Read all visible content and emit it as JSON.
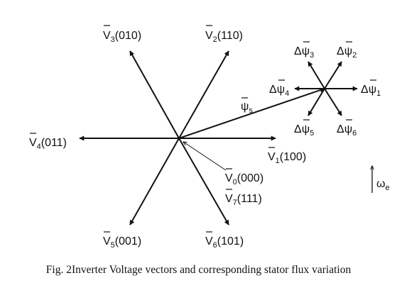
{
  "vectors": {
    "v3": {
      "main": "V",
      "sub": "3",
      "code": "(010)"
    },
    "v2": {
      "main": "V",
      "sub": "2",
      "code": "(110)"
    },
    "v4": {
      "main": "V",
      "sub": "4",
      "code": "(011)"
    },
    "v1": {
      "main": "V",
      "sub": "1",
      "code": "(100)"
    },
    "v0": {
      "main": "V",
      "sub": "0",
      "code": "(000)"
    },
    "v7": {
      "main": "V",
      "sub": "7",
      "code": "(111)"
    },
    "v5": {
      "main": "V",
      "sub": "5",
      "code": "(001)"
    },
    "v6": {
      "main": "V",
      "sub": "6",
      "code": "(101)"
    }
  },
  "flux": {
    "psi_s": {
      "main": "ψ",
      "sub": "s"
    },
    "d1": {
      "delta": "Δ",
      "main": "ψ",
      "sub": "1"
    },
    "d2": {
      "delta": "Δ",
      "main": "ψ",
      "sub": "2"
    },
    "d3": {
      "delta": "Δ",
      "main": "ψ",
      "sub": "3"
    },
    "d4": {
      "delta": "Δ",
      "main": "ψ",
      "sub": "4"
    },
    "d5": {
      "delta": "Δ",
      "main": "ψ",
      "sub": "5"
    },
    "d6": {
      "delta": "Δ",
      "main": "ψ",
      "sub": "6"
    }
  },
  "rotation": {
    "main": "ω",
    "sub": "e"
  },
  "caption": "Fig. 2Inverter Voltage vectors and corresponding stator flux variation"
}
